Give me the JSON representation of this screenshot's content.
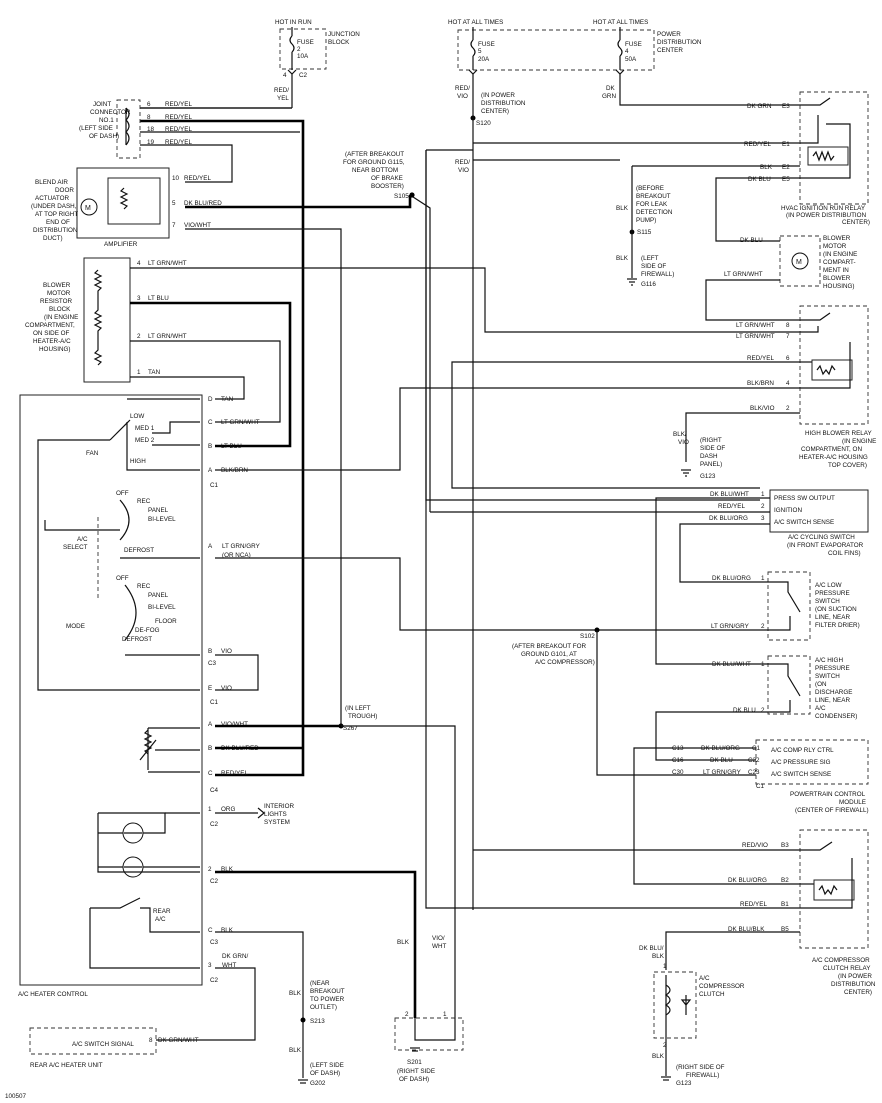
{
  "labels": {
    "hot_in_run": "HOT IN RUN",
    "hot_all_1": "HOT AT ALL TIMES",
    "hot_all_2": "HOT AT ALL TIMES",
    "junction_block": [
      "JUNCTION",
      "BLOCK"
    ],
    "power_dist_center": [
      "POWER",
      "DISTRIBUTION",
      "CENTER"
    ],
    "fuse_jb": [
      "FUSE",
      "2",
      "10A"
    ],
    "fuse_pdc1": [
      "FUSE",
      "5",
      "20A"
    ],
    "fuse_pdc2": [
      "FUSE",
      "4",
      "50A"
    ],
    "c2_top": "C2",
    "pin4_top": "4",
    "red_yel_top": [
      "RED/",
      "YEL"
    ],
    "red_vio_top": [
      "RED/",
      "VIO"
    ],
    "dk_grn_top": [
      "DK",
      "GRN"
    ],
    "in_pdc_note": [
      "(IN POWER",
      "DISTRIBUTION",
      "CENTER)"
    ],
    "s120": "S120",
    "joint_connector": [
      "JOINT",
      "CONNECTOR",
      "NO.1",
      "(LEFT SIDE",
      "OF DASH)"
    ],
    "jc_pins": [
      "6",
      "8",
      "18",
      "19"
    ],
    "jc_wires": [
      "RED/YEL",
      "RED/YEL",
      "RED/YEL",
      "RED/YEL"
    ],
    "blend_air": [
      "BLEND AIR",
      "DOOR",
      "ACTUATOR",
      "(UNDER DASH,",
      "AT TOP RIGHT",
      "END OF",
      "DISTRIBUTION",
      "DUCT)"
    ],
    "amplifier": "AMPLIFIER",
    "act_pins": [
      "10",
      "5",
      "7"
    ],
    "act_wires": [
      "RED/YEL",
      "DK BLU/RED",
      "VIO/WHT"
    ],
    "blower_resistor": [
      "BLOWER",
      "MOTOR",
      "RESISTOR",
      "BLOCK",
      "(IN ENGINE",
      "COMPARTMENT,",
      "ON SIDE OF",
      "HEATER-A/C",
      "HOUSING)"
    ],
    "res_pins": [
      "4",
      "3",
      "2",
      "1"
    ],
    "res_wires": [
      "LT GRN/WHT",
      "LT BLU",
      "LT GRN/WHT",
      "TAN"
    ],
    "breakout_g115": [
      "(AFTER BREAKOUT",
      "FOR GROUND G115,",
      "NEAR BOTTOM",
      "OF BRAKE",
      "BOOSTER)"
    ],
    "s105": "S105",
    "red_vio_mid": [
      "RED/",
      "VIO"
    ],
    "blk_mid": "BLK",
    "breakout_leak": [
      "(BEFORE",
      "BREAKOUT",
      "FOR LEAK",
      "DETECTION",
      "PUMP)"
    ],
    "s115": "S115",
    "left_firewall": [
      "(LEFT",
      "SIDE OF",
      "FIREWALL)"
    ],
    "g116": "G116",
    "hvac_relay_wires": [
      "DK GRN",
      "RED/YEL",
      "BLK",
      "DK BLU"
    ],
    "hvac_relay_pins": [
      "E3",
      "E1",
      "E2",
      "E5"
    ],
    "hvac_relay": [
      "HVAC IGNITION RUN RELAY",
      "(IN POWER DISTRIBUTION",
      "CENTER)"
    ],
    "blower_motor": [
      "BLOWER",
      "MOTOR",
      "(IN ENGINE",
      "COMPART-",
      "MENT IN",
      "BLOWER",
      "HOUSING)"
    ],
    "bm_wires": [
      "DK BLU",
      "LT GRN/WHT"
    ],
    "hbr_wires": [
      "LT GRN/WHT",
      "LT GRN/WHT",
      "RED/YEL",
      "BLK/BRN",
      "BLK/VIO"
    ],
    "hbr_pins": [
      "8",
      "7",
      "6",
      "4",
      "2"
    ],
    "high_blower_relay": [
      "HIGH BLOWER RELAY",
      "(IN ENGINE",
      "COMPARTMENT, ON",
      "HEATER-A/C HOUSING",
      "TOP COVER)"
    ],
    "blk_vio_g": [
      "BLK/",
      "VIO"
    ],
    "right_dash": [
      "(RIGHT",
      "SIDE OF",
      "DASH",
      "PANEL)"
    ],
    "g123a": "G123",
    "fan_label": "FAN",
    "fan_pos": [
      "LOW",
      "MED 1",
      "MED 2",
      "HIGH"
    ],
    "hc_row1": [
      "D",
      "TAN"
    ],
    "hc_row2": [
      "C",
      "LT GRN/WHT"
    ],
    "hc_row3": [
      "B",
      "LT BLU"
    ],
    "hc_row4": [
      "A",
      "BLK/BRN"
    ],
    "c1a": "C1",
    "ac_select": [
      "A/C",
      "SELECT"
    ],
    "sel_pos": [
      "OFF",
      "REC",
      "PANEL",
      "BI-LEVEL",
      "DEFROST"
    ],
    "hc_a_ltgrn": [
      "A",
      "LT GRN/GRY",
      "(OR NCA)"
    ],
    "mode_label": "MODE",
    "mode_pos": [
      "OFF",
      "REC",
      "PANEL",
      "BI-LEVEL",
      "FLOOR",
      "DE-FOG",
      "DEFROST"
    ],
    "c3a": "C3",
    "hc_b_vio": [
      "B",
      "VIO"
    ],
    "hc_e_vio": [
      "E",
      "VIO"
    ],
    "c1b": "C1",
    "in_left_trough": [
      "(IN LEFT",
      "TROUGH)"
    ],
    "s267": "S267",
    "hc_a_viowht": [
      "A",
      "VIO/WHT"
    ],
    "hc_b_dkblu": [
      "B",
      "DK BLU/RED"
    ],
    "hc_c_redyel": [
      "C",
      "RED/YEL"
    ],
    "c4": "C4",
    "hc_1_org": [
      "1",
      "ORG"
    ],
    "c2a": "C2",
    "interior_lights": [
      "INTERIOR",
      "LIGHTS",
      "SYSTEM"
    ],
    "hc_2_blk": [
      "2",
      "BLK"
    ],
    "c2b": "C2",
    "rear_ac": [
      "REAR",
      "A/C"
    ],
    "hc_c_blk": [
      "C",
      "BLK"
    ],
    "c3b": "C3",
    "hc_3_dkgrn": [
      "3",
      "DK GRN/",
      "WHT"
    ],
    "c2c": "C2",
    "ac_heater_control": "A/C HEATER CONTROL",
    "ac_switch_signal": "A/C SWITCH SIGNAL",
    "rear_pin": [
      "8",
      "DK GRN/WHT"
    ],
    "rear_unit": "REAR A/C HEATER UNIT",
    "near_breakout": [
      "(NEAR",
      "BREAKOUT",
      "TO POWER",
      "OUTLET)"
    ],
    "s213": "S213",
    "left_dash": [
      "(LEFT SIDE",
      "OF DASH)"
    ],
    "g202": "G202",
    "blk_bot": "BLK",
    "blk_bot2": "BLK",
    "blk_bot3": "BLK",
    "vio_wht_bot": [
      "VIO/",
      "WHT"
    ],
    "s201": "S201",
    "right_dash2": [
      "(RIGHT SIDE",
      "OF DASH)"
    ],
    "s201_pins": [
      "2",
      "1"
    ],
    "cycling_wires": [
      "DK BLU/WHT",
      "RED/YEL",
      "DK BLU/ORG"
    ],
    "cycling_pins": [
      "1",
      "2",
      "3"
    ],
    "cycling_inner": [
      "PRESS SW OUTPUT",
      "IGNITION",
      "A/C SWITCH SENSE"
    ],
    "cycling_switch": [
      "A/C CYCLING SWITCH",
      "(IN FRONT EVAPORATOR",
      "COIL FINS)"
    ],
    "lowp_wires": [
      "DK BLU/ORG",
      "LT GRN/GRY"
    ],
    "lowp_pins": [
      "1",
      "2"
    ],
    "low_pressure": [
      "A/C LOW",
      "PRESSURE",
      "SWITCH",
      "(ON SUCTION",
      "LINE, NEAR",
      "FILTER DRIER)"
    ],
    "s102": "S102",
    "breakout_g101": [
      "(AFTER BREAKOUT FOR",
      "GROUND G101, AT",
      "A/C COMPRESSOR)"
    ],
    "highp_wires": [
      "DK BLU/WHT",
      "DK BLU"
    ],
    "highp_pins": [
      "1",
      "2"
    ],
    "high_pressure": [
      "A/C HIGH",
      "PRESSURE",
      "SWITCH",
      "(ON",
      "DISCHARGE",
      "LINE, NEAR",
      "A/C",
      "CONDENSER)"
    ],
    "pcm_left": [
      "C13",
      "C16",
      "C30"
    ],
    "pcm_wires": [
      "DK BLU/ORG",
      "DK BLU",
      "LT GRN/GRY"
    ],
    "pcm_pins": [
      "C1",
      "C22",
      "C23"
    ],
    "pcm_inner": [
      "A/C COMP RLY CTRL",
      "A/C PRESSURE SIG",
      "A/C SWITCH SENSE"
    ],
    "pcm_c1": "C1",
    "pcm": [
      "POWERTRAIN CONTROL",
      "MODULE",
      "(CENTER OF FIREWALL)"
    ],
    "clutch_wires": [
      "RED/VIO",
      "DK BLU/ORG",
      "RED/YEL",
      "DK BLU/BLK"
    ],
    "clutch_pins": [
      "B3",
      "B2",
      "B1",
      "B5"
    ],
    "clutch_relay": [
      "A/C COMPRESSOR",
      "CLUTCH RELAY",
      "(IN POWER",
      "DISTRIBUTION",
      "CENTER)"
    ],
    "dkblu_blk": [
      "DK BLU/",
      "BLK"
    ],
    "compressor_clutch": [
      "A/C",
      "COMPRESSOR",
      "CLUTCH"
    ],
    "clutch_pin": [
      "1",
      "2"
    ],
    "blk_clutch": "BLK",
    "right_firewall": [
      "(RIGHT SIDE OF",
      "FIREWALL)"
    ],
    "g123b": "G123",
    "diagram_id": "100507"
  }
}
